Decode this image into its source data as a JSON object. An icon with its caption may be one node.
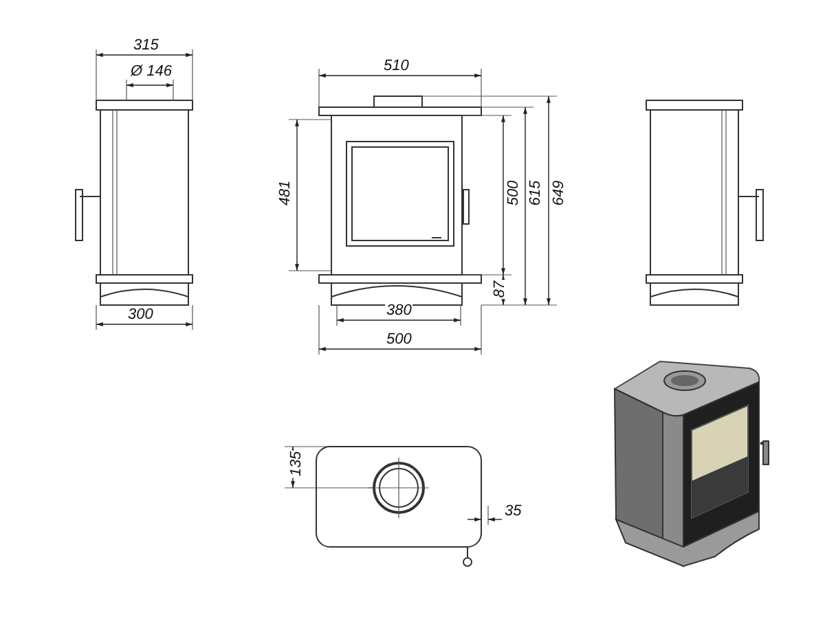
{
  "diagram": {
    "labels": [
      "315",
      "510",
      "Ø 146",
      "481",
      "500",
      "615",
      "649",
      "87",
      "300",
      "380",
      "500",
      "135",
      "35"
    ]
  }
}
